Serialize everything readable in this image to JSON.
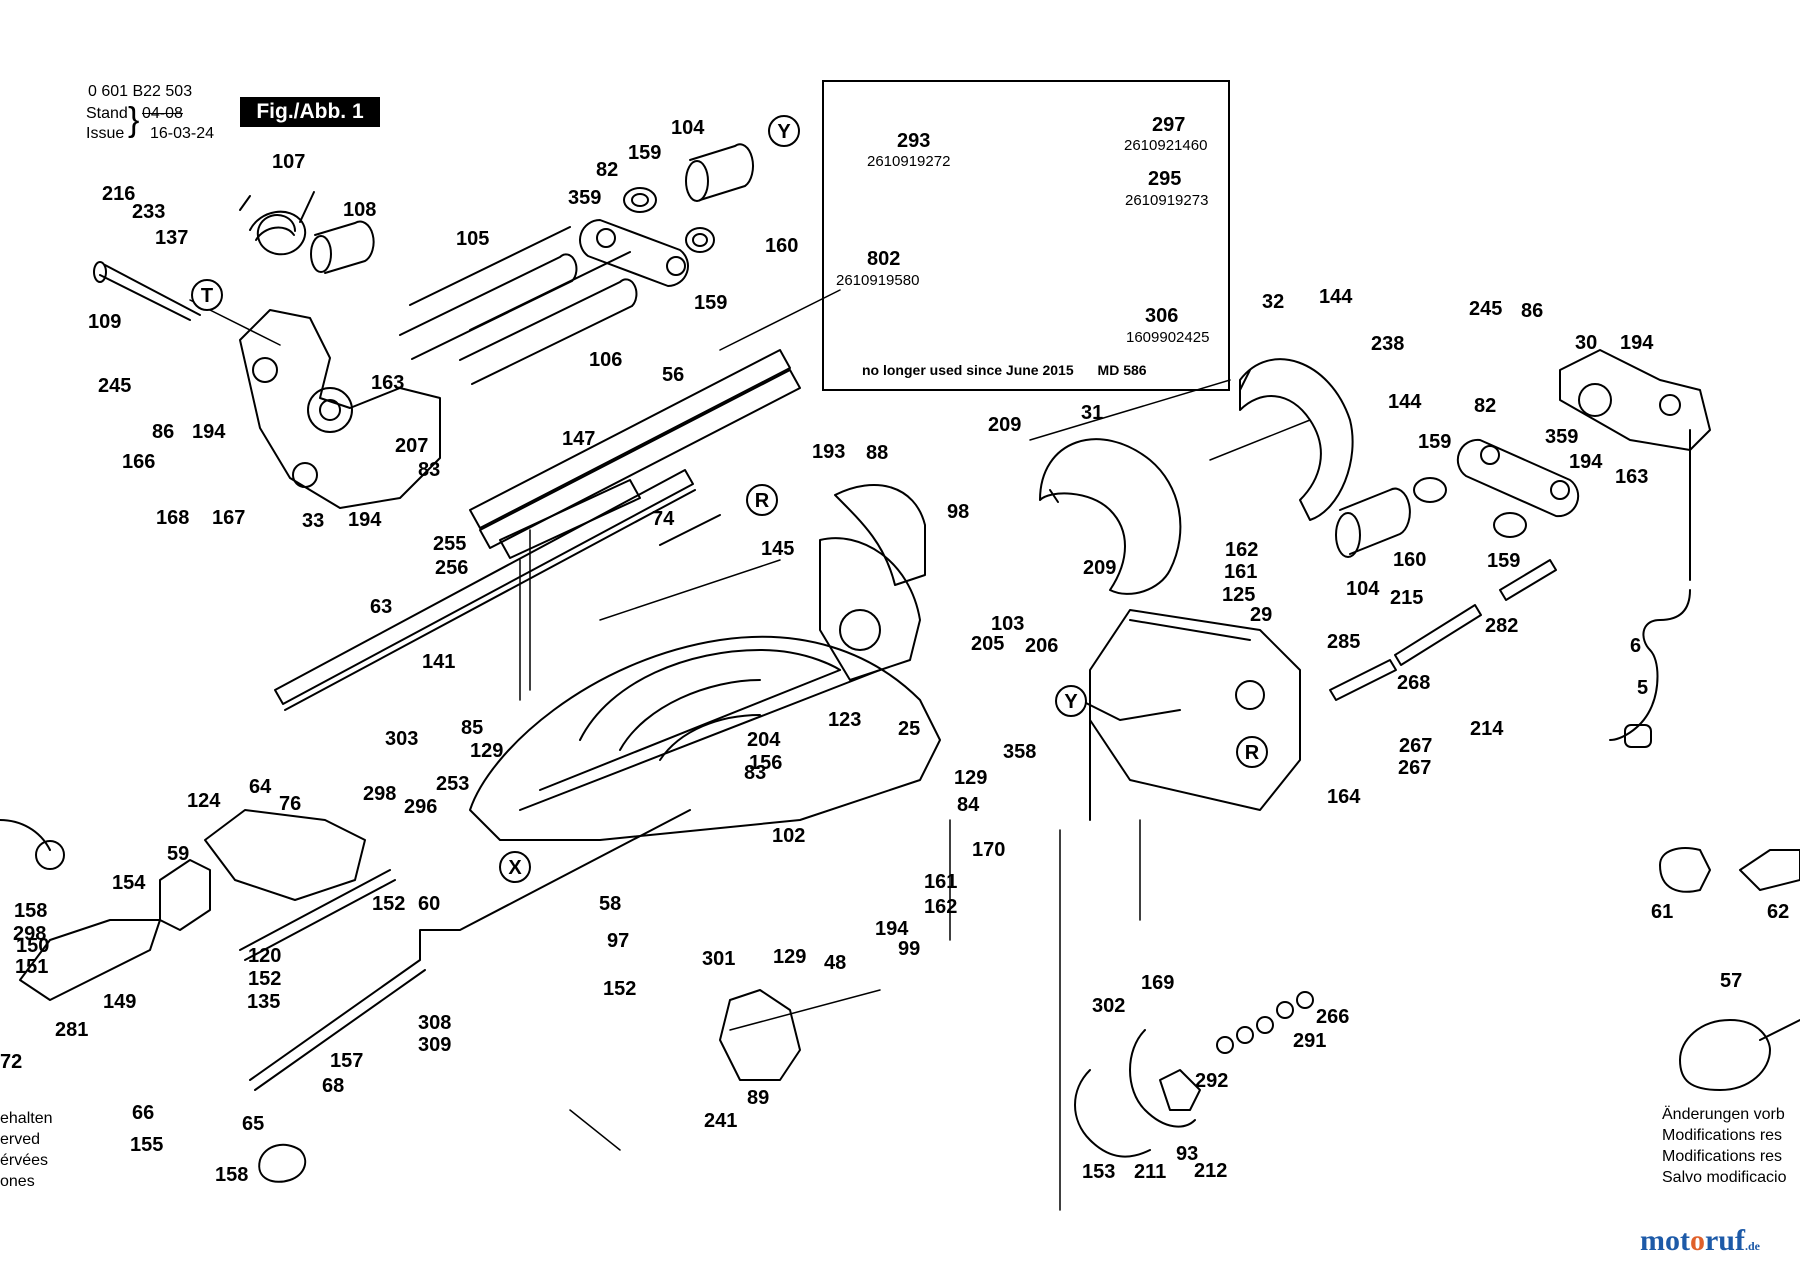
{
  "header": {
    "drawing_number": "0 601 B22 503",
    "stand_label": "Stand",
    "issue_label": "Issue",
    "stand_date": "04-08",
    "issue_date": "16-03-24",
    "figure_label": "Fig./Abb. 1"
  },
  "inset": {
    "note": "no longer used since June 2015",
    "md_code": "MD 586",
    "parts": [
      {
        "num": "297",
        "code": "2610921460"
      },
      {
        "num": "293",
        "code": "2610919272"
      },
      {
        "num": "295",
        "code": "2610919273"
      },
      {
        "num": "802",
        "code": "2610919580"
      },
      {
        "num": "306",
        "code": "1609902425"
      }
    ]
  },
  "circle_markers": [
    "Y",
    "T",
    "R",
    "X",
    "Y",
    "R"
  ],
  "part_numbers": [
    "107",
    "104",
    "159",
    "82",
    "359",
    "160",
    "159",
    "108",
    "216",
    "233",
    "137",
    "105",
    "109",
    "245",
    "86",
    "194",
    "163",
    "106",
    "56",
    "33",
    "207",
    "83",
    "166",
    "168",
    "167",
    "194",
    "147",
    "255",
    "256",
    "74",
    "145",
    "63",
    "141",
    "64",
    "76",
    "303",
    "298",
    "296",
    "253",
    "85",
    "129",
    "204",
    "156",
    "123",
    "83",
    "25",
    "193",
    "88",
    "98",
    "103",
    "206",
    "205",
    "209",
    "31",
    "209",
    "162",
    "161",
    "125",
    "29",
    "32",
    "144",
    "238",
    "144",
    "159",
    "104",
    "160",
    "159",
    "82",
    "359",
    "194",
    "163",
    "245",
    "86",
    "30",
    "194",
    "215",
    "282",
    "285",
    "268",
    "214",
    "267",
    "267",
    "6",
    "5",
    "164",
    "358",
    "129",
    "84",
    "170",
    "124",
    "59",
    "154",
    "158",
    "298",
    "150",
    "151",
    "149",
    "281",
    "72",
    "120",
    "152",
    "135",
    "60",
    "152",
    "58",
    "97",
    "152",
    "308",
    "309",
    "157",
    "68",
    "66",
    "155",
    "65",
    "158",
    "102",
    "129",
    "48",
    "194",
    "161",
    "162",
    "99",
    "301",
    "89",
    "241",
    "302",
    "169",
    "266",
    "291",
    "292",
    "153",
    "211",
    "93",
    "212",
    "61",
    "62",
    "57"
  ],
  "disclaimers": {
    "left": [
      "ehalten",
      "erved",
      "érvées",
      "ones"
    ],
    "right": [
      "Änderungen vorb",
      "Modifications res",
      "Modifications res",
      "Salvo modificacio"
    ]
  },
  "logo": {
    "part1": "mot",
    "part2": "o",
    "part3": "ruf",
    "suffix": ".de"
  },
  "colors": {
    "ink": "#000000",
    "logo_blue": "#1d5aa8",
    "logo_orange": "#e0602a"
  }
}
